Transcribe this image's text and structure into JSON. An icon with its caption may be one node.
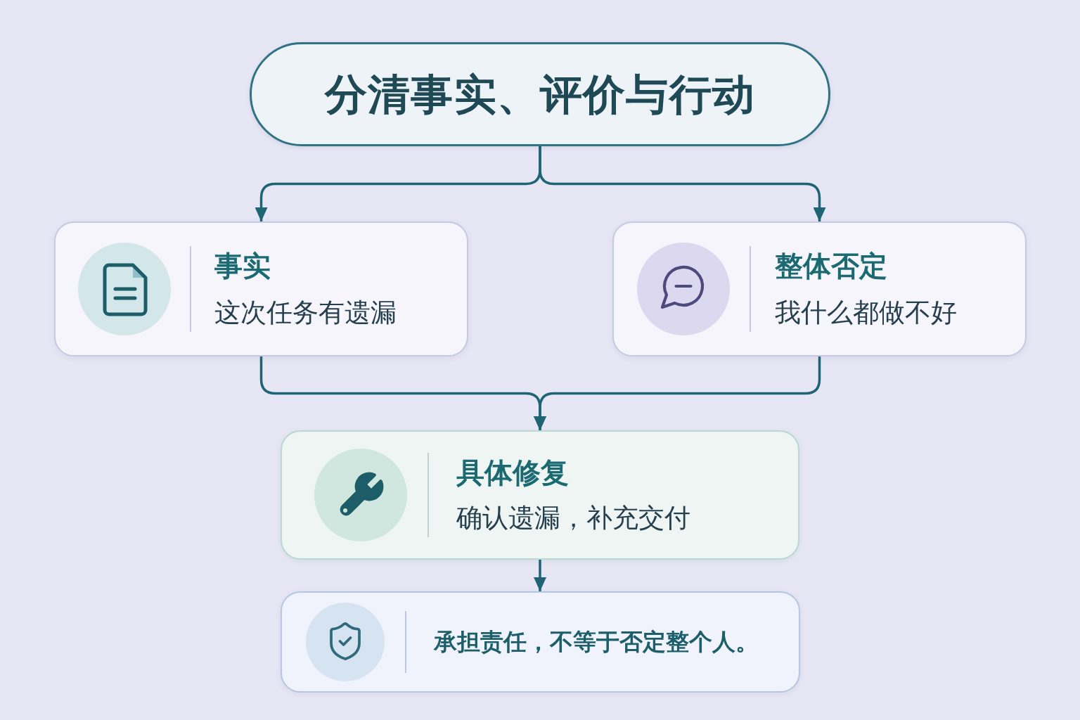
{
  "diagram": {
    "nodes": [
      {
        "text": [
          "分清事实、评价与行动"
        ]
      },
      {
        "text": [
          "事实",
          "这次任务有遗漏"
        ]
      },
      {
        "text": [
          "整体否定",
          "我什么都做不好"
        ]
      },
      {
        "text": [
          "具体修复",
          "确认遗漏，补充交付"
        ]
      },
      {
        "text": [
          "承担责任，不等于否定整个人。"
        ]
      }
    ],
    "edges": [
      {
        "from": 0,
        "to": 1,
        "arrow": "to"
      },
      {
        "from": 0,
        "to": 2,
        "arrow": "to"
      },
      {
        "from": 1,
        "to": 3,
        "arrow": "to"
      },
      {
        "from": 2,
        "to": 3,
        "arrow": "to"
      },
      {
        "from": 3,
        "to": 4,
        "arrow": "to"
      }
    ]
  }
}
